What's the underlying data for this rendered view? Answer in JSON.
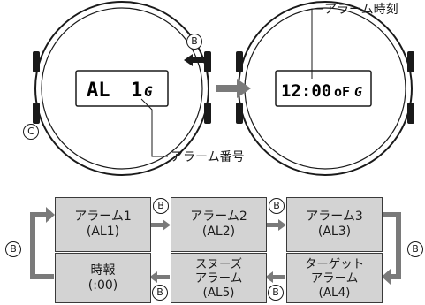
{
  "watch": {
    "left_display": {
      "part1": "AL",
      "part2": "1",
      "icon": "G"
    },
    "right_display": {
      "part1": "12:00",
      "part2": "oF",
      "icon": "G"
    },
    "button_b_label": "B",
    "button_c_label": "C",
    "callout_alarm_time": "アラーム時刻",
    "callout_alarm_number": "アラーム番号"
  },
  "flow": {
    "button_label": "B",
    "boxes": [
      {
        "line1": "アラーム1",
        "line2": "(AL1)"
      },
      {
        "line1": "アラーム2",
        "line2": "(AL2)"
      },
      {
        "line1": "アラーム3",
        "line2": "(AL3)"
      },
      {
        "line1": "ターゲット",
        "line2": "アラーム",
        "line3": "(AL4)"
      },
      {
        "line1": "スヌーズ",
        "line2": "アラーム",
        "line3": "(AL5)"
      },
      {
        "line1": "時報",
        "line2": "(:00)"
      }
    ]
  },
  "colors": {
    "box_fill": "#d3d3d3",
    "arrow": "#7a7a7a",
    "bezel": "#1a1a1a"
  }
}
